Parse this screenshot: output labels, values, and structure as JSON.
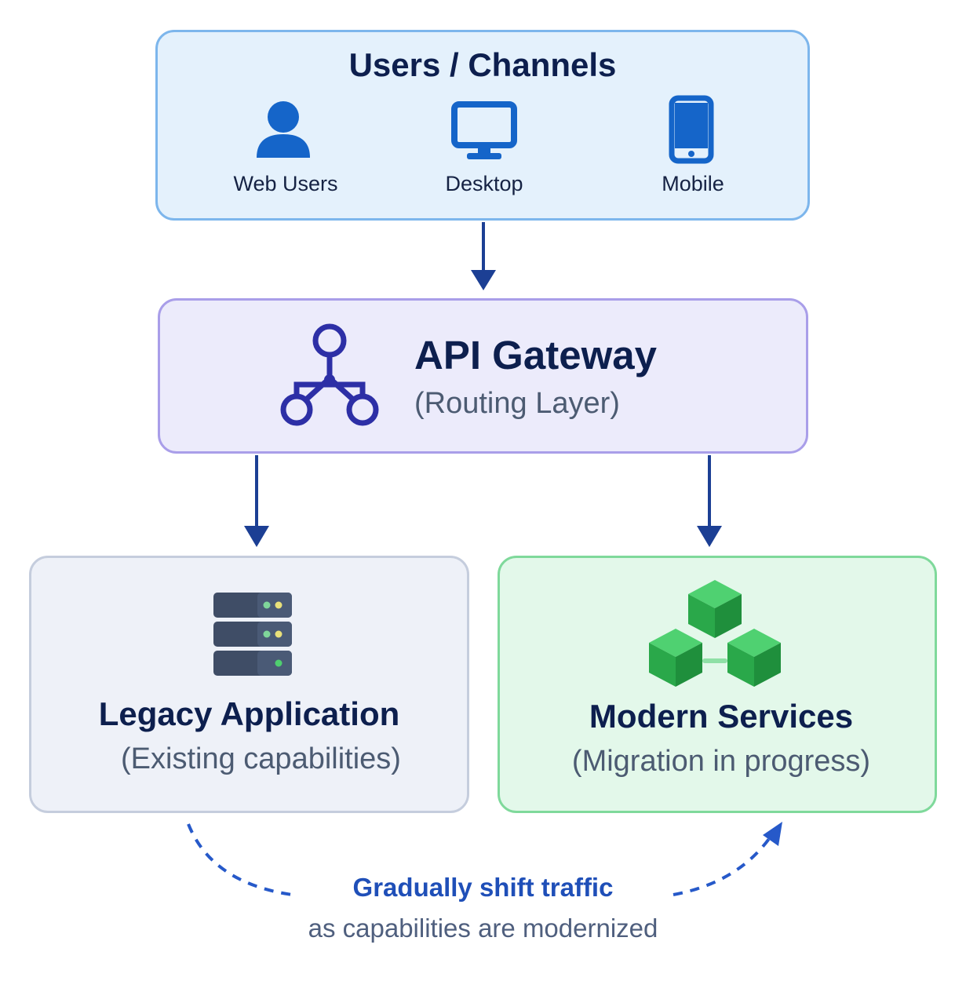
{
  "users": {
    "title": "Users / Channels",
    "channels": [
      {
        "label": "Web Users",
        "icon": "user-icon"
      },
      {
        "label": "Desktop",
        "icon": "desktop-icon"
      },
      {
        "label": "Mobile",
        "icon": "mobile-icon"
      }
    ]
  },
  "gateway": {
    "title": "API Gateway",
    "subtitle": "(Routing Layer)",
    "icon": "network-hub-icon"
  },
  "legacy": {
    "title": "Legacy Application",
    "subtitle": "(Existing capabilities)",
    "icon": "server-stack-icon"
  },
  "modern": {
    "title": "Modern Services",
    "subtitle": "(Migration in progress)",
    "icon": "cubes-icon"
  },
  "migration": {
    "title": "Gradually shift traffic",
    "subtitle": "as capabilities are modernized"
  },
  "colors": {
    "arrow": "#1c3f94",
    "dashed_arrow": "#2659c9",
    "users_fill": "#e4f1fc",
    "gateway_fill": "#ecebfb",
    "legacy_fill": "#eef1f8",
    "modern_fill": "#e3f8ea",
    "icon_blue": "#1565c9",
    "icon_indigo": "#2d2fa6",
    "icon_green": "#2db84e"
  }
}
